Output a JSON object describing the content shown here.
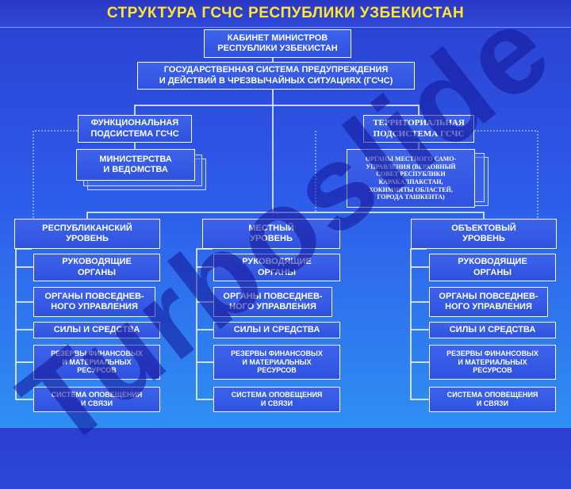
{
  "title": "СТРУКТУРА ГСЧС РЕСПУБЛИКИ УЗБЕКИСТАН",
  "cabinet": "КАБИНЕТ МИНИСТРОВ\nРЕСПУБЛИКИ УЗБЕКИСТАН",
  "gschs": "ГОСУДАРСТВЕННАЯ СИСТЕМА ПРЕДУПРЕЖДЕНИЯ\nИ ДЕЙСТВИЙ В ЧРЕЗВЫЧАЙНЫХ СИТУАЦИЯХ (ГСЧС)",
  "functional": {
    "title": "ФУНКЦИОНАЛЬНАЯ\nПОДСИСТЕМА ГСЧС",
    "member": "МИНИСТЕРСТВА\nИ ВЕДОМСТВА"
  },
  "territorial": {
    "title": "ТЕРРИТОРИАЛЬНАЯ\nПОДСИСТЕМА ГСЧС",
    "member": "ОРГАНЫ МЕСТНОГО САМО-\nУПРАВЛЕНИЯ (ВЕРХОВНЫЙ\nСОВЕТ РЕСПУБЛИКИ\nКАРАКАЛПАКСТАН,\nХОКИМИЯТЫ ОБЛАСТЕЙ,\nГОРОДА ТАШКЕНТА)"
  },
  "levels": [
    {
      "title": "РЕСПУБЛИКАНСКИЙ\nУРОВЕНЬ",
      "items": [
        "РУКОВОДЯЩИЕ\nОРГАНЫ",
        "ОРГАНЫ ПОВСЕДНЕВ-\nНОГО УПРАВЛЕНИЯ",
        "СИЛЫ И СРЕДСТВА",
        "РЕЗЕРВЫ ФИНАНСОВЫХ\nИ МАТЕРИАЛЬНЫХ\nРЕСУРСОВ",
        "СИСТЕМА ОПОВЕЩЕНИЯ\nИ СВЯЗИ"
      ]
    },
    {
      "title": "МЕСТНЫЙ\nУРОВЕНЬ",
      "items": [
        "РУКОВОДЯЩИЕ\nОРГАНЫ",
        "ОРГАНЫ ПОВСЕДНЕВ-\nНОГО УПРАВЛЕНИЯ",
        "СИЛЫ И СРЕДСТВА",
        "РЕЗЕРВЫ ФИНАНСОВЫХ\nИ МАТЕРИАЛЬНЫХ\nРЕСУРСОВ",
        "СИСТЕМА ОПОВЕЩЕНИЯ\nИ СВЯЗИ"
      ]
    },
    {
      "title": "ОБЪЕКТОВЫЙ\nУРОВЕНЬ",
      "items": [
        "РУКОВОДЯЩИЕ\nОРГАНЫ",
        "ОРГАНЫ ПОВСЕДНЕВ-\nНОГО УПРАВЛЕНИЯ",
        "СИЛЫ И СРЕДСТВА",
        "РЕЗЕРВЫ ФИНАНСОВЫХ\nИ МАТЕРИАЛЬНЫХ\nРЕСУРСОВ",
        "СИСТЕМА ОПОВЕЩЕНИЯ\nИ СВЯЗИ"
      ]
    }
  ],
  "watermark": "Turboslide"
}
